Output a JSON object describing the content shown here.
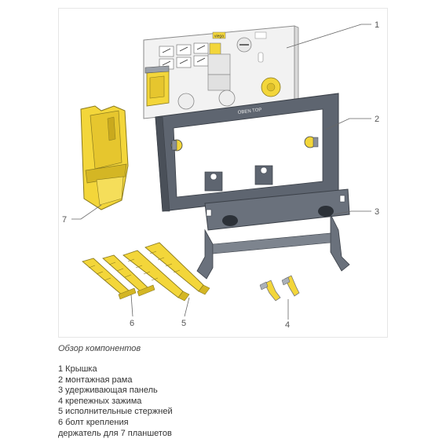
{
  "figure": {
    "callouts": [
      "1",
      "2",
      "3",
      "4",
      "5",
      "6",
      "7"
    ],
    "cover_label": "viega",
    "frame_label": "OBEN TOP",
    "colors": {
      "yellow": "#f3d63a",
      "gray": "#5e6570",
      "cover": "#f2f2f2"
    }
  },
  "caption": "Обзор компонентов",
  "legend": [
    "1 Крышка",
    "2 монтажная рама",
    "3 удерживающая панель",
    "4 крепежных зажима",
    "5 исполнительные стержней",
    "6 болт крепления",
    "держатель для 7 планшетов"
  ]
}
